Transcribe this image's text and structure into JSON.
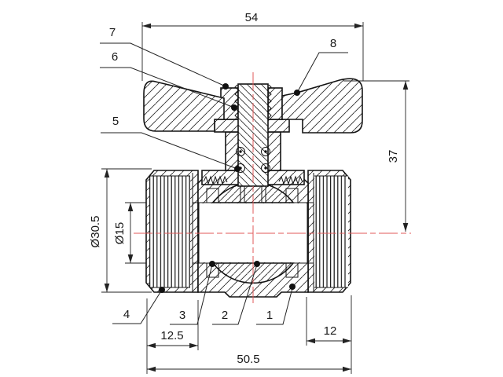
{
  "drawing": {
    "type": "ball-valve-cross-section-technical-drawing",
    "dimensions": {
      "handle_width": "54",
      "height_to_center": "37",
      "nut_outer_diameter": "Ø30.5",
      "bore_diameter": "Ø15",
      "left_nut_length": "12.5",
      "right_port_length": "12",
      "body_length": "50.5"
    },
    "part_labels": {
      "p1": "1",
      "p2": "2",
      "p3": "3",
      "p4": "4",
      "p5": "5",
      "p6": "6",
      "p7": "7",
      "p8": "8"
    },
    "colors": {
      "line": "#141414",
      "dimension_line": "#222222",
      "centerline": "#e05a5a",
      "background": "#ffffff"
    }
  }
}
